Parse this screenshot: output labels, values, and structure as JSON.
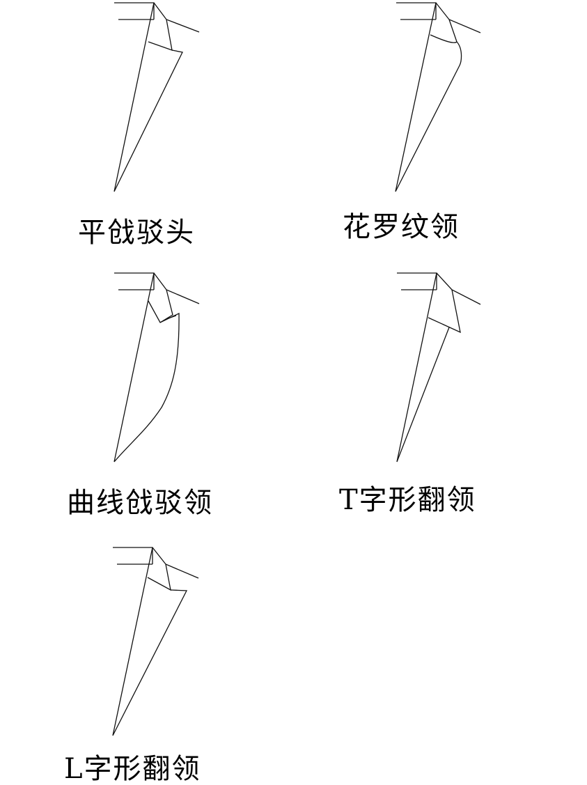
{
  "lapel_styles": [
    {
      "label": "平戗驳头",
      "icon": "notch-lapel-flat-icon"
    },
    {
      "label": "花罗纹领",
      "icon": "rounded-lapel-icon"
    },
    {
      "label": "曲线戗驳领",
      "icon": "curved-peak-lapel-icon"
    },
    {
      "label": "T字形翻领",
      "icon": "t-shaped-lapel-icon"
    },
    {
      "label": "L字形翻领",
      "icon": "l-shaped-lapel-icon"
    }
  ],
  "colors": {
    "line": "#111111",
    "text": "#000000",
    "background": "#ffffff"
  }
}
